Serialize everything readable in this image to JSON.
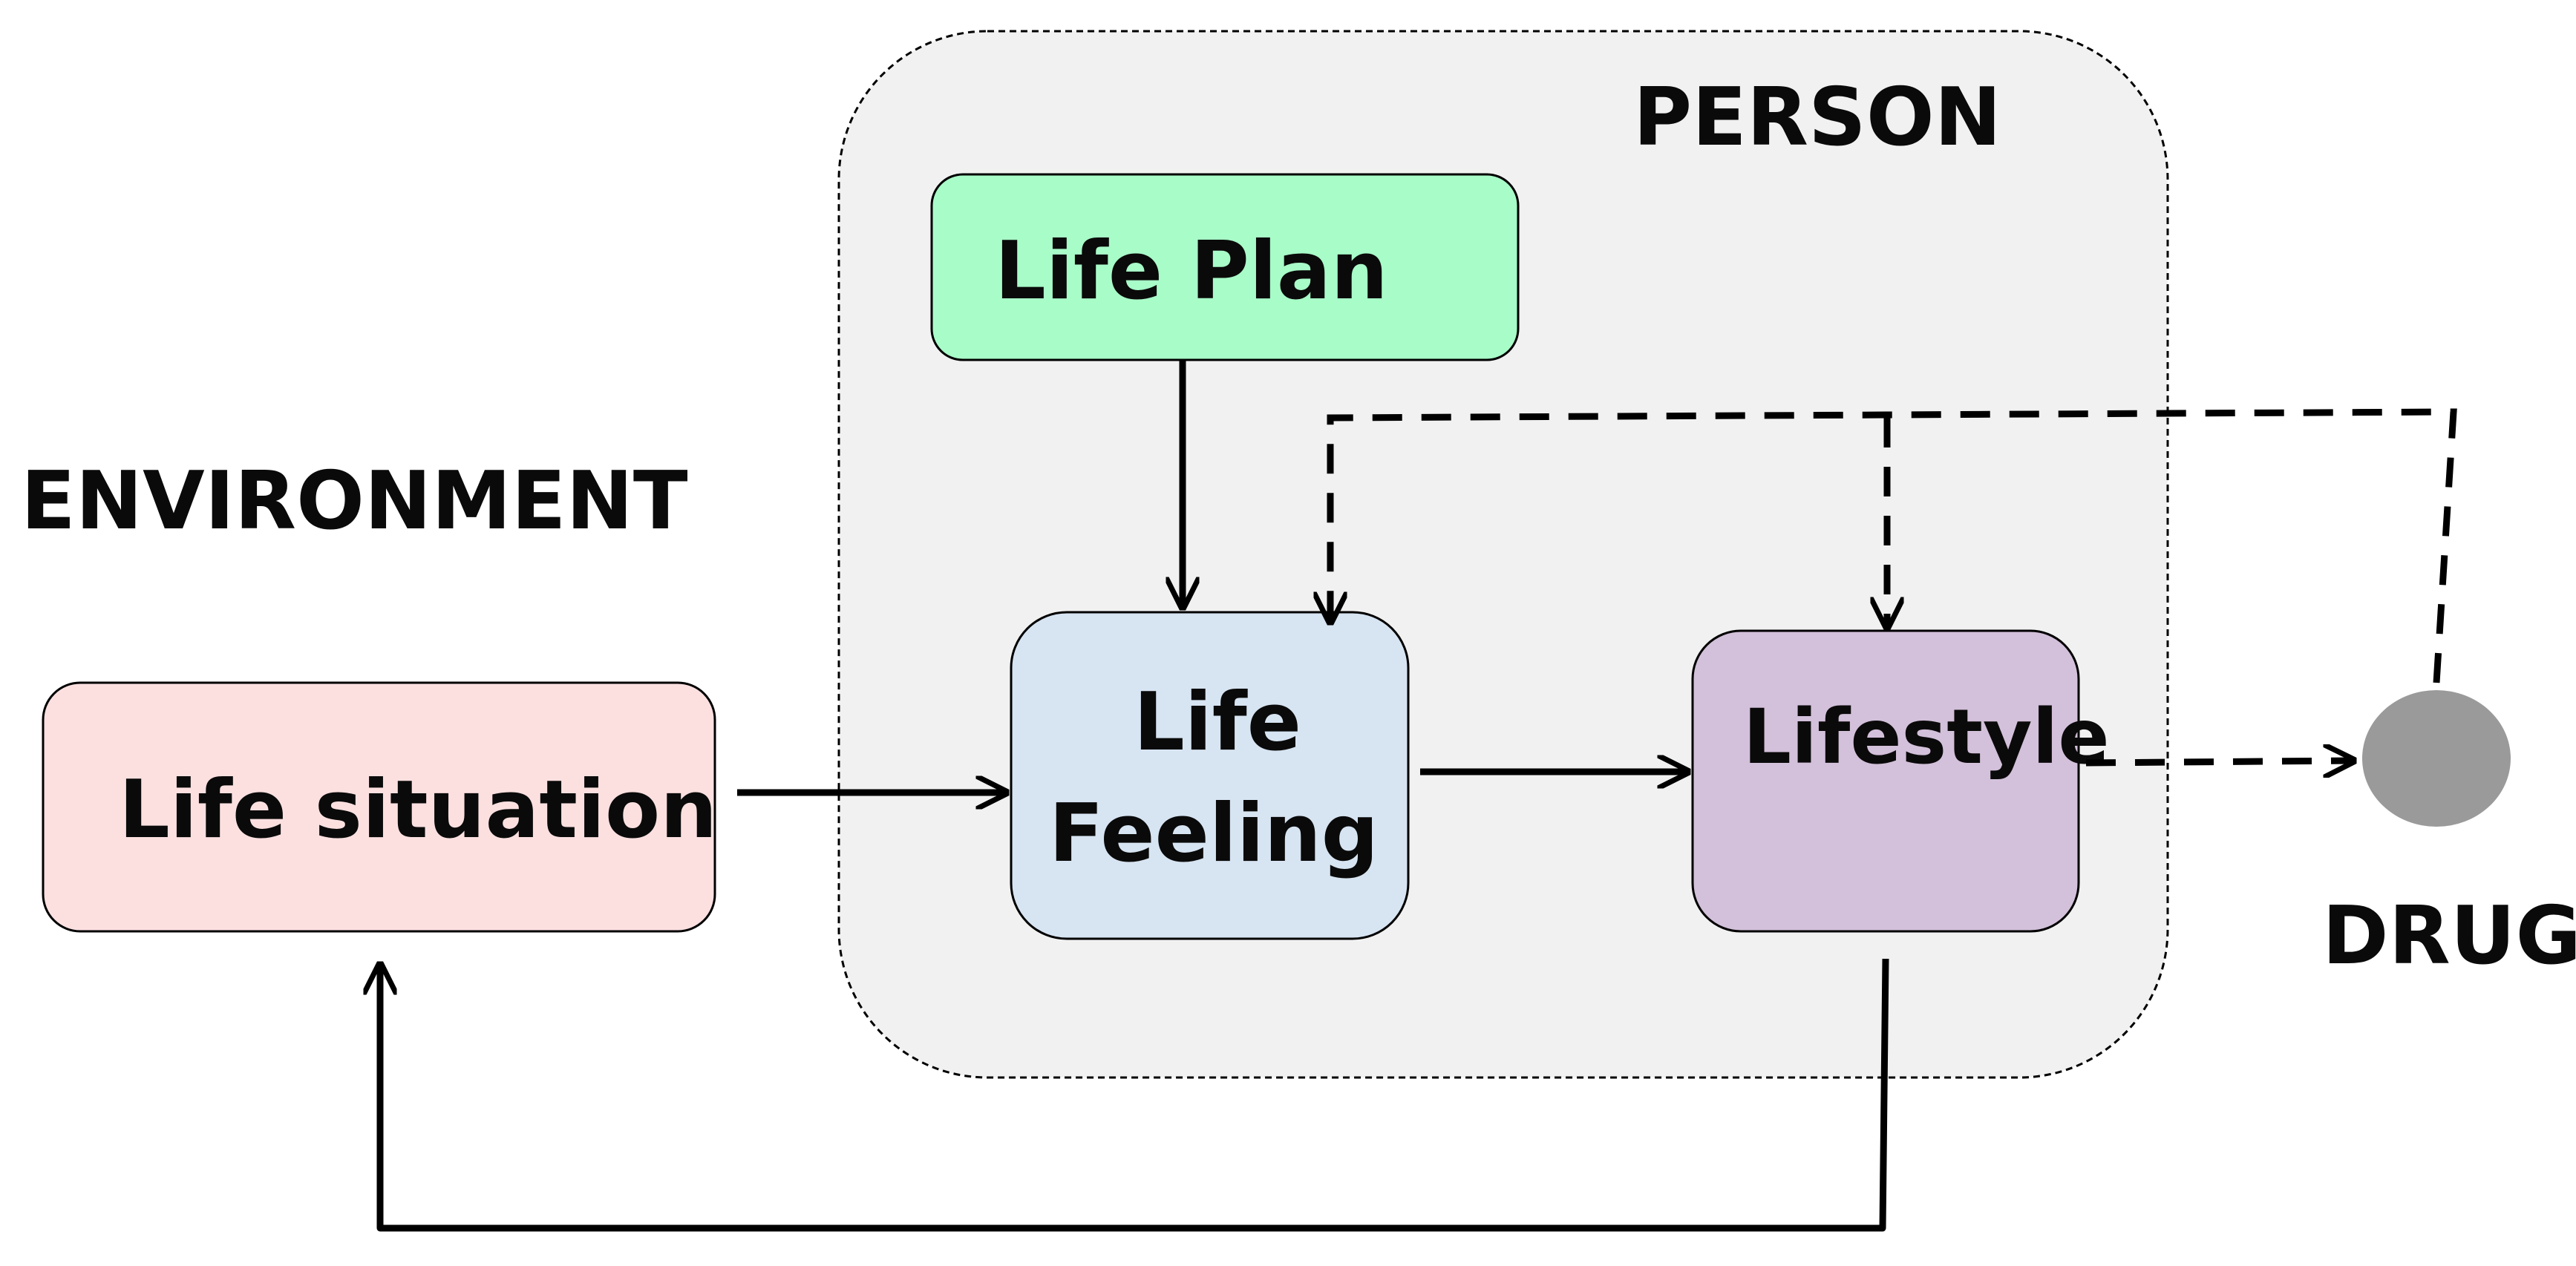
{
  "labels": {
    "person": "PERSON",
    "environment": "ENVIRONMENT",
    "drug": "DRUG"
  },
  "nodes": {
    "life_plan": {
      "label": "Life Plan",
      "fill": "#a8fcc8"
    },
    "life_feeling": {
      "line1": "Life",
      "line2": "Feeling",
      "fill": "#d7e4f2"
    },
    "lifestyle": {
      "label": "Lifestyle",
      "fill": "#d3c0da"
    },
    "life_situation": {
      "label": "Life situation",
      "fill": "#fce0e0"
    },
    "drug_circle": {
      "fill": "#9a9a9a"
    }
  },
  "colors": {
    "person_region_fill": "#f1f1f1",
    "stroke": "#000000"
  }
}
